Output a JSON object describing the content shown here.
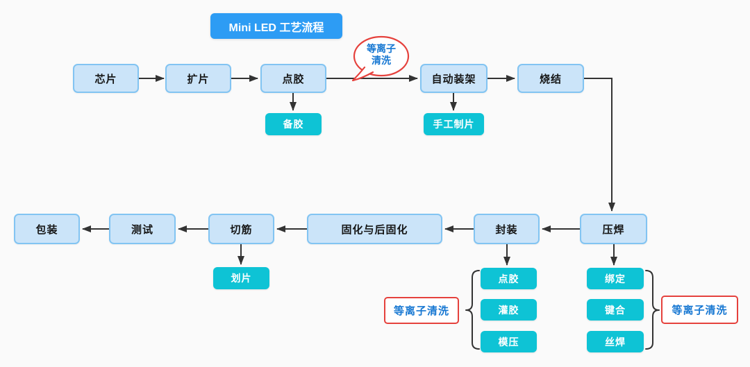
{
  "title": "Mini LED 工艺流程",
  "bubble": {
    "line1": "等离子",
    "line2": "清洗"
  },
  "nodes": {
    "chip": "芯片",
    "expand_film": "扩片",
    "dispense": "点胶",
    "auto_mount": "自动装架",
    "sinter": "烧结",
    "press_weld": "压焊",
    "encapsulate": "封装",
    "cure": "固化与后固化",
    "trim": "切筋",
    "test": "测试",
    "pack": "包装"
  },
  "substeps": {
    "prepare_glue": "备胶",
    "manual_slide": "手工制片",
    "scribe": "划片",
    "dispense": "点胶",
    "fill_glue": "灌胶",
    "mold_press": "模压",
    "bind": "绑定",
    "bond": "键合",
    "wire_weld": "丝焊"
  },
  "callouts": {
    "plasma_left": "等离子清洗",
    "plasma_right": "等离子清洗"
  },
  "colors": {
    "background": "#fafafa",
    "title_bg": "#2d9cf4",
    "node_fill": "#cbe4f9",
    "node_border": "#82c4f2",
    "substep_fill": "#0ec3d5",
    "callout_border": "#e5413c",
    "callout_text": "#1677d2",
    "arrow": "#333333"
  }
}
